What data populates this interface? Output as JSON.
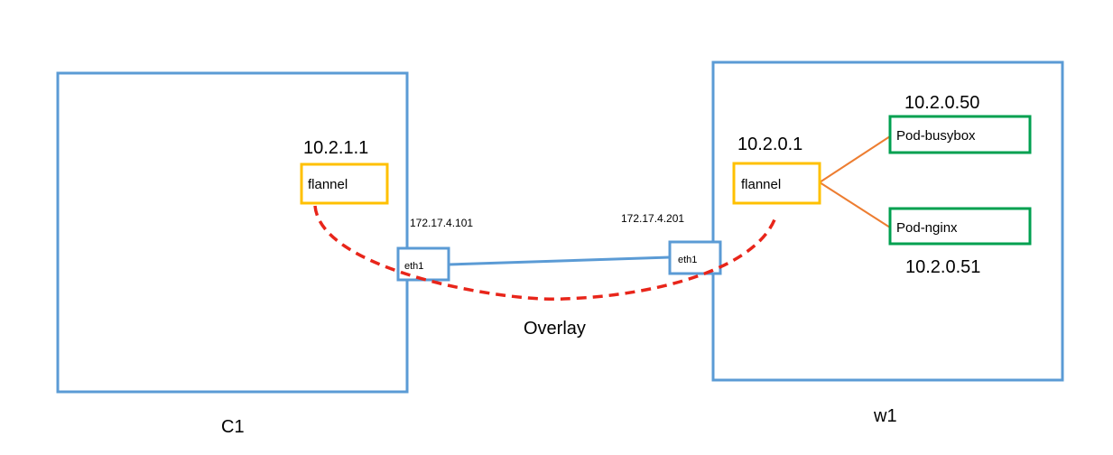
{
  "colors": {
    "host_border": "#5b9bd5",
    "link_line": "#5b9bd5",
    "flannel_border": "#ffc000",
    "pod_border": "#00a050",
    "pod_link": "#ed7d31",
    "overlay": "#e8251a"
  },
  "hosts": {
    "c1": {
      "label": "C1",
      "flannel": {
        "label": "flannel",
        "ip": "10.2.1.1"
      },
      "eth": {
        "label": "eth1",
        "ip": "172.17.4.101"
      }
    },
    "w1": {
      "label": "w1",
      "flannel": {
        "label": "flannel",
        "ip": "10.2.0.1"
      },
      "eth": {
        "label": "eth1",
        "ip": "172.17.4.201"
      },
      "pods": [
        {
          "label": "Pod-busybox",
          "ip": "10.2.0.50"
        },
        {
          "label": "Pod-nginx",
          "ip": "10.2.0.51"
        }
      ]
    }
  },
  "overlay": {
    "label": "Overlay"
  }
}
